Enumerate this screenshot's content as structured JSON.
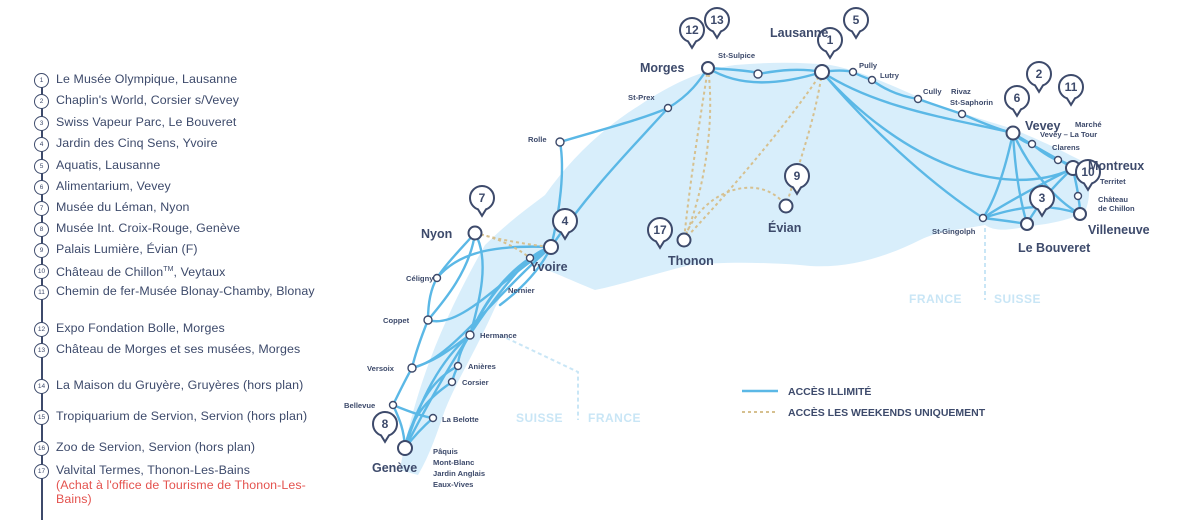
{
  "legend_list": [
    {
      "n": "1",
      "text": "Le Musée Olympique, Lausanne"
    },
    {
      "n": "2",
      "text": "Chaplin's World, Corsier s/Vevey"
    },
    {
      "n": "3",
      "text": "Swiss Vapeur Parc, Le Bouveret"
    },
    {
      "n": "4",
      "text": "Jardin des Cinq Sens, Yvoire"
    },
    {
      "n": "5",
      "text": "Aquatis, Lausanne"
    },
    {
      "n": "6",
      "text": "Alimentarium, Vevey"
    },
    {
      "n": "7",
      "text": "Musée du Léman, Nyon"
    },
    {
      "n": "8",
      "text": "Musée Int. Croix-Rouge, Genève"
    },
    {
      "n": "9",
      "text": "Palais Lumière, Évian (F)"
    },
    {
      "n": "10",
      "text": "Château de Chillon",
      "sup": "TM",
      "text_after": ", Veytaux"
    },
    {
      "n": "11",
      "text": "Chemin de fer-Musée Blonay-Chamby, Blonay"
    },
    {
      "n": "12",
      "text": "Expo Fondation Bolle, Morges"
    },
    {
      "n": "13",
      "text": "Château de Morges et ses musées, Morges"
    },
    {
      "n": "14",
      "text": "La Maison du Gruyère, Gruyères (hors plan)"
    },
    {
      "n": "15",
      "text": "Tropiquarium de Servion, Servion (hors plan)"
    },
    {
      "n": "16",
      "text": "Zoo de Servion, Servion (hors plan)"
    },
    {
      "n": "17",
      "text": "Valvital Termes, Thonon-Les-Bains",
      "note": "(Achat à l'office de Tourisme de Thonon-Les-Bains)"
    }
  ],
  "map": {
    "cities": {
      "lausanne": "Lausanne",
      "morges": "Morges",
      "vevey": "Vevey",
      "montreux": "Montreux",
      "villeneuve": "Villeneuve",
      "le_bouveret": "Le Bouveret",
      "evian": "Évian",
      "thonon": "Thonon",
      "yvoire": "Yvoire",
      "nyon": "Nyon",
      "geneve": "Genève"
    },
    "stops": {
      "st_sulpice": "St-Sulpice",
      "pully": "Pully",
      "lutry": "Lutry",
      "cully": "Cully",
      "rivaz": "Rivaz",
      "st_saphorin": "St-Saphorin",
      "marche": "Marché",
      "vevey_la_tour": "Vevey – La Tour",
      "clarens": "Clarens",
      "territet": "Territet",
      "chateau_de": "Château",
      "chillon": "de Chillon",
      "st_prex": "St-Prex",
      "rolle": "Rolle",
      "st_gingolph": "St-Gingolph",
      "celigny": "Céligny",
      "coppet": "Coppet",
      "nernier": "Nernier",
      "hermance": "Hermance",
      "versoix": "Versoix",
      "anieres": "Anières",
      "corsier": "Corsier",
      "bellevue": "Bellevue",
      "la_belotte": "La Belotte",
      "paquis": "Pâquis",
      "mont_blanc": "Mont-Blanc",
      "jardin_anglais": "Jardin Anglais",
      "eaux_vives": "Eaux-Vives"
    },
    "border": {
      "france_1": "FRANCE",
      "suisse_1": "SUISSE",
      "suisse_2": "SUISSE",
      "france_2": "FRANCE"
    },
    "pins": {
      "p1": "1",
      "p2": "2",
      "p3": "3",
      "p4": "4",
      "p5": "5",
      "p6": "6",
      "p7": "7",
      "p8": "8",
      "p9": "9",
      "p10": "10",
      "p11": "11",
      "p12": "12",
      "p13": "13",
      "p17": "17"
    },
    "legend": {
      "unlimited": "ACCÈS ILLIMITÉ",
      "weekends": "ACCÈS LES WEEKENDS UNIQUEMENT",
      "line_color": "#5bb8e6",
      "dash_color": "#d6c08f"
    },
    "colors": {
      "lake": "#d8eefb",
      "route": "#5bb8e6",
      "weekend": "#d6c08f",
      "text": "#3d4a6b",
      "highlight": "#e4534f"
    }
  }
}
